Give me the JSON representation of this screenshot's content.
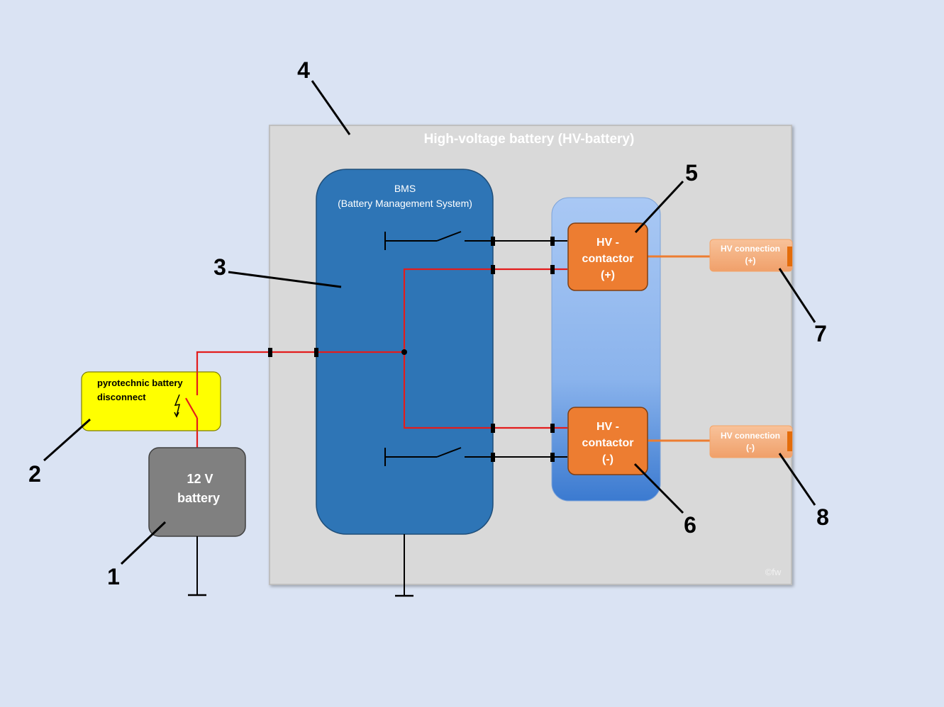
{
  "title": "High-voltage battery (HV-battery)",
  "bms": {
    "line1": "BMS",
    "line2": "(Battery Management System)"
  },
  "contactor_plus": {
    "line1": "HV -",
    "line2": "contactor",
    "line3": "(+)"
  },
  "contactor_minus": {
    "line1": "HV -",
    "line2": "contactor",
    "line3": "(-)"
  },
  "hv_connection_plus": {
    "line1": "HV connection",
    "line2": "(+)"
  },
  "hv_connection_minus": {
    "line1": "HV connection",
    "line2": "(-)"
  },
  "pyro": {
    "line1": "pyrotechnic battery",
    "line2": "disconnect"
  },
  "battery_12v": {
    "line1": "12 V",
    "line2": "battery"
  },
  "copyright": "©fw",
  "callouts": [
    "1",
    "2",
    "3",
    "4",
    "5",
    "6",
    "7",
    "8"
  ],
  "colors": {
    "background": "#dae3f3",
    "hv_housing": "#d9d9d9",
    "bms": "#2e75b6",
    "contactor_panel": "#8fb4ea",
    "contactor": "#ed7d31",
    "hv_connection": "#f4b183",
    "pyro": "#ffff00",
    "battery_12v": "#808080",
    "red_wire": "#e31c1c",
    "black_wire": "#000000",
    "orange_wire": "#ed7d31"
  }
}
